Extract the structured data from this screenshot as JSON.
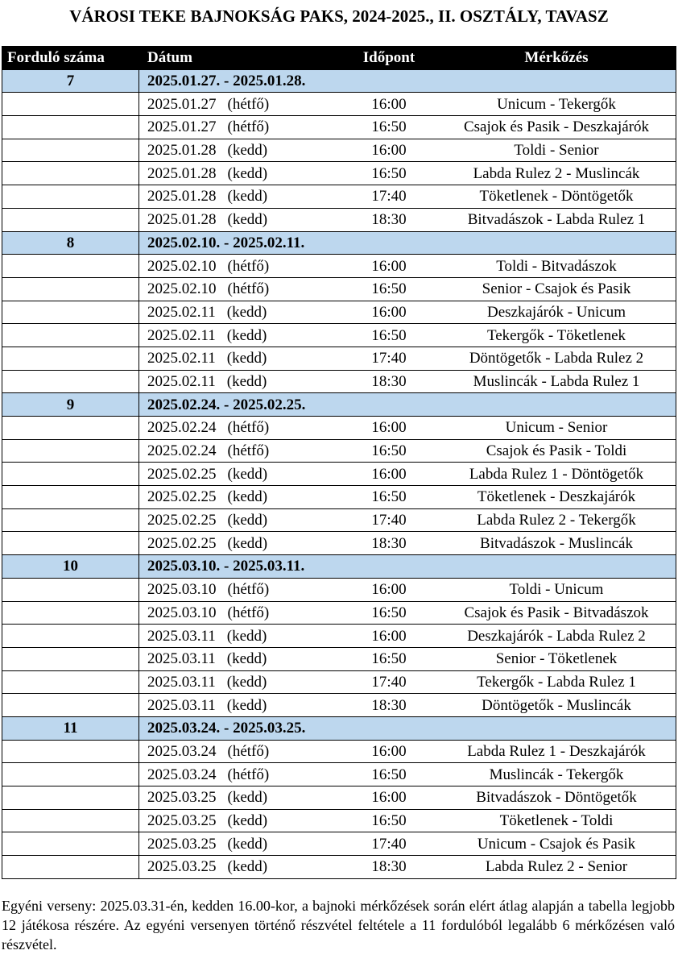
{
  "title": "VÁROSI TEKE BAJNOKSÁG PAKS, 2024-2025., II. OSZTÁLY, TAVASZ",
  "headers": {
    "round": "Forduló száma",
    "date": "Dátum",
    "time": "Időpont",
    "match": "Mérkőzés"
  },
  "rounds": [
    {
      "number": "7",
      "range": "2025.01.27. - 2025.01.28.",
      "matches": [
        [
          "2025.01.27",
          "(hétfő)",
          "16:00",
          "Unicum - Tekergők"
        ],
        [
          "2025.01.27",
          "(hétfő)",
          "16:50",
          "Csajok és Pasik - Deszkajárók"
        ],
        [
          "2025.01.28",
          "(kedd)",
          "16:00",
          "Toldi - Senior"
        ],
        [
          "2025.01.28",
          "(kedd)",
          "16:50",
          "Labda Rulez 2 - Muslincák"
        ],
        [
          "2025.01.28",
          "(kedd)",
          "17:40",
          "Töketlenek - Döntögetők"
        ],
        [
          "2025.01.28",
          "(kedd)",
          "18:30",
          "Bitvadászok - Labda Rulez 1"
        ]
      ]
    },
    {
      "number": "8",
      "range": "2025.02.10. - 2025.02.11.",
      "matches": [
        [
          "2025.02.10",
          "(hétfő)",
          "16:00",
          "Toldi - Bitvadászok"
        ],
        [
          "2025.02.10",
          "(hétfő)",
          "16:50",
          "Senior - Csajok és Pasik"
        ],
        [
          "2025.02.11",
          "(kedd)",
          "16:00",
          "Deszkajárók - Unicum"
        ],
        [
          "2025.02.11",
          "(kedd)",
          "16:50",
          "Tekergők - Töketlenek"
        ],
        [
          "2025.02.11",
          "(kedd)",
          "17:40",
          "Döntögetők - Labda Rulez 2"
        ],
        [
          "2025.02.11",
          "(kedd)",
          "18:30",
          "Muslincák - Labda Rulez 1"
        ]
      ]
    },
    {
      "number": "9",
      "range": "2025.02.24. - 2025.02.25.",
      "matches": [
        [
          "2025.02.24",
          "(hétfő)",
          "16:00",
          "Unicum - Senior"
        ],
        [
          "2025.02.24",
          "(hétfő)",
          "16:50",
          "Csajok és Pasik - Toldi"
        ],
        [
          "2025.02.25",
          "(kedd)",
          "16:00",
          "Labda Rulez 1 - Döntögetők"
        ],
        [
          "2025.02.25",
          "(kedd)",
          "16:50",
          "Töketlenek - Deszkajárók"
        ],
        [
          "2025.02.25",
          "(kedd)",
          "17:40",
          "Labda Rulez 2 - Tekergők"
        ],
        [
          "2025.02.25",
          "(kedd)",
          "18:30",
          "Bitvadászok - Muslincák"
        ]
      ]
    },
    {
      "number": "10",
      "range": "2025.03.10. - 2025.03.11.",
      "matches": [
        [
          "2025.03.10",
          "(hétfő)",
          "16:00",
          "Toldi - Unicum"
        ],
        [
          "2025.03.10",
          "(hétfő)",
          "16:50",
          "Csajok és Pasik - Bitvadászok"
        ],
        [
          "2025.03.11",
          "(kedd)",
          "16:00",
          "Deszkajárók - Labda Rulez 2"
        ],
        [
          "2025.03.11",
          "(kedd)",
          "16:50",
          "Senior - Töketlenek"
        ],
        [
          "2025.03.11",
          "(kedd)",
          "17:40",
          "Tekergők - Labda Rulez 1"
        ],
        [
          "2025.03.11",
          "(kedd)",
          "18:30",
          "Döntögetők - Muslincák"
        ]
      ]
    },
    {
      "number": "11",
      "range": "2025.03.24. - 2025.03.25.",
      "matches": [
        [
          "2025.03.24",
          "(hétfő)",
          "16:00",
          "Labda Rulez 1 - Deszkajárók"
        ],
        [
          "2025.03.24",
          "(hétfő)",
          "16:50",
          "Muslincák - Tekergők"
        ],
        [
          "2025.03.25",
          "(kedd)",
          "16:00",
          "Bitvadászok - Döntögetők"
        ],
        [
          "2025.03.25",
          "(kedd)",
          "16:50",
          "Töketlenek - Toldi"
        ],
        [
          "2025.03.25",
          "(kedd)",
          "17:40",
          "Unicum - Csajok és Pasik"
        ],
        [
          "2025.03.25",
          "(kedd)",
          "18:30",
          "Labda Rulez 2 - Senior"
        ]
      ]
    }
  ],
  "note": "Egyéni verseny: 2025.03.31-én, kedden 16.00-kor, a bajnoki mérkőzések során elért átlag alapján a tabella legjobb 12 játékosa részére. Az egyéni versenyen történő részvétel feltétele a 11 fordulóból legalább 6 mérkőzésen való részvétel.",
  "colors": {
    "round_bg": "#bdd7ee",
    "header_bg": "#000000"
  }
}
